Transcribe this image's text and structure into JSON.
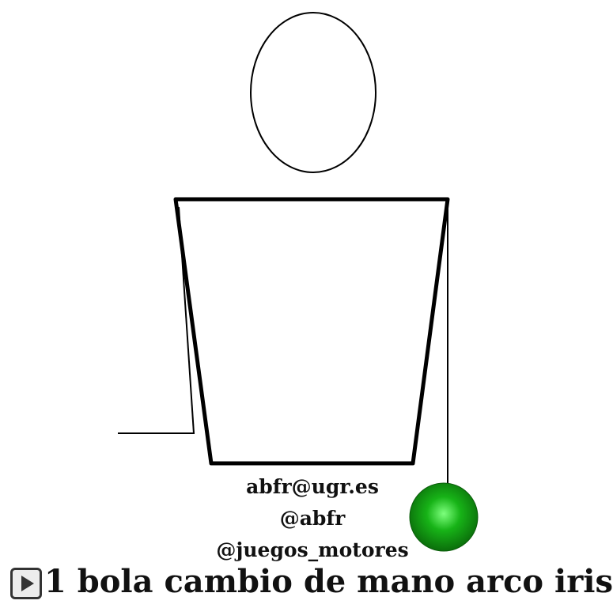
{
  "credits": {
    "email": "abfr@ugr.es",
    "handle": "@abfr",
    "hashtag": "@juegos_motores"
  },
  "video": {
    "title": "1 bola cambio de mano arco iris",
    "play_icon": "play-icon"
  },
  "figure": {
    "ball_color": "#17b317",
    "ball_highlight": "#7dff7d",
    "ball_shadow": "#0b6e0b",
    "stroke_color": "#000000"
  }
}
